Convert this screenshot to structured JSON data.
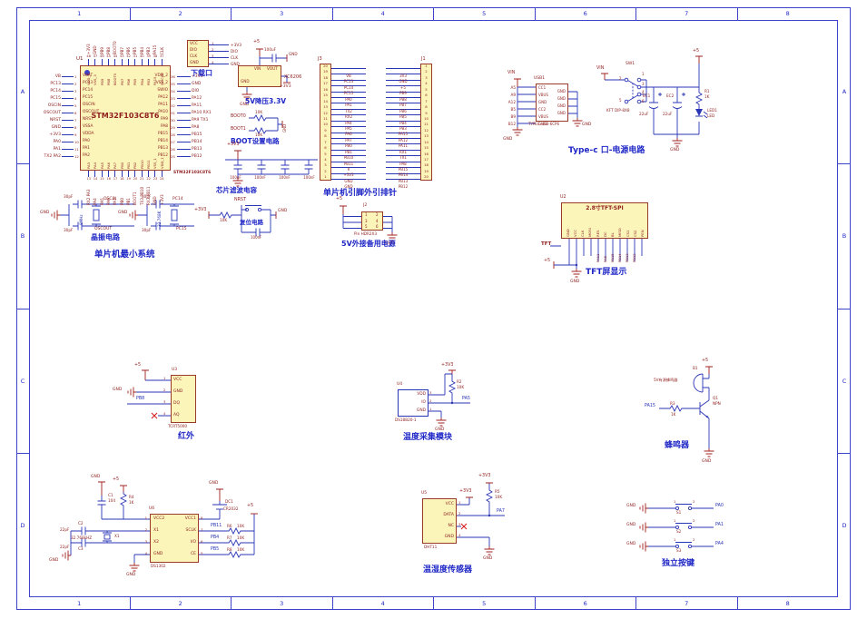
{
  "frame": {
    "columns": [
      "1",
      "2",
      "3",
      "4",
      "5",
      "6",
      "7",
      "8"
    ],
    "rows": [
      "A",
      "B",
      "C",
      "D"
    ]
  },
  "mcu": {
    "ref": "U1",
    "part": "STM32F103C8T6",
    "part_sub": "STM32F103C8T6",
    "left_pins": [
      {
        "net": "VB",
        "num": "1",
        "name": "VBAT"
      },
      {
        "net": "PC13",
        "num": "2",
        "name": "PC13"
      },
      {
        "net": "PC14",
        "num": "3",
        "name": "PC14"
      },
      {
        "net": "PC15",
        "num": "4",
        "name": "PC15"
      },
      {
        "net": "OSCIN",
        "num": "5",
        "name": "OSCIN"
      },
      {
        "net": "OSCOUT",
        "num": "6",
        "name": "OSCOUT"
      },
      {
        "net": "NRST",
        "num": "7",
        "name": "NRST"
      },
      {
        "net": "GND",
        "num": "8",
        "name": "VSSA"
      },
      {
        "net": "+3V3",
        "num": "9",
        "name": "VDDA"
      },
      {
        "net": "PA0",
        "num": "10",
        "name": "PA0"
      },
      {
        "net": "PA1",
        "num": "11",
        "name": "PA1"
      },
      {
        "net": "TX2 PA2",
        "num": "12",
        "name": "PA2"
      }
    ],
    "right_pins": [
      {
        "net": "+3V3",
        "num": "36",
        "name": "VDD_2"
      },
      {
        "net": "GND",
        "num": "35",
        "name": "VSS_2"
      },
      {
        "net": "DIO",
        "num": "34",
        "name": "SWIO"
      },
      {
        "net": "PA12",
        "num": "33",
        "name": "PA12"
      },
      {
        "net": "PA11",
        "num": "32",
        "name": "PA11"
      },
      {
        "net": "PA10 RX1",
        "num": "31",
        "name": "PA10"
      },
      {
        "net": "PA9 TX1",
        "num": "30",
        "name": "PA9"
      },
      {
        "net": "PA8",
        "num": "29",
        "name": "PA8"
      },
      {
        "net": "PB15",
        "num": "28",
        "name": "PB15"
      },
      {
        "net": "PB14",
        "num": "27",
        "name": "PB14"
      },
      {
        "net": "PB13",
        "num": "26",
        "name": "PB13"
      },
      {
        "net": "PB12",
        "num": "25",
        "name": "PB12"
      }
    ],
    "top_pins": [
      {
        "net": "+3V3",
        "num": "48",
        "name": "VDD_3"
      },
      {
        "net": "GND",
        "num": "47",
        "name": "VSS_3"
      },
      {
        "net": "PB9",
        "num": "46",
        "name": "PB9"
      },
      {
        "net": "PB8",
        "num": "45",
        "name": "PB8"
      },
      {
        "net": "BOOT0",
        "num": "44",
        "name": "BOOT0"
      },
      {
        "net": "PB7",
        "num": "43",
        "name": "PB7"
      },
      {
        "net": "PB6",
        "num": "42",
        "name": "PB6"
      },
      {
        "net": "PB5",
        "num": "41",
        "name": "PB5"
      },
      {
        "net": "PB4",
        "num": "40",
        "name": "PB4"
      },
      {
        "net": "PB3",
        "num": "39",
        "name": "PB3"
      },
      {
        "net": "PA15",
        "num": "38",
        "name": "PA15"
      },
      {
        "net": "CLK",
        "num": "37",
        "name": "SWCLK"
      }
    ],
    "bottom_pins": [
      {
        "net": "RX2 PA3",
        "num": "13",
        "name": "PA3"
      },
      {
        "net": "PA4",
        "num": "14",
        "name": "PA4"
      },
      {
        "net": "PA5",
        "num": "15",
        "name": "PA5"
      },
      {
        "net": "PA6",
        "num": "16",
        "name": "PA6"
      },
      {
        "net": "PA7",
        "num": "17",
        "name": "PA7"
      },
      {
        "net": "PB0",
        "num": "18",
        "name": "PB0"
      },
      {
        "net": "PB1",
        "num": "19",
        "name": "PB1"
      },
      {
        "net": "BOOT1",
        "num": "20",
        "name": "PB2"
      },
      {
        "net": "TX3 PB10",
        "num": "21",
        "name": "PB10"
      },
      {
        "net": "RX3 PB11",
        "num": "22",
        "name": "PB11"
      },
      {
        "net": "GND",
        "num": "23",
        "name": "VSS_1"
      },
      {
        "net": "+3V3",
        "num": "24",
        "name": "VDD_1"
      }
    ]
  },
  "crystal": {
    "caption": "晶振电路",
    "system_caption": "单片机最小系统",
    "left": {
      "gnd": "GND",
      "cap_top": "30pF",
      "cap_bot": "30pF",
      "freq": "8MHz",
      "net_top": "OSCIN",
      "net_bot": "OSCOUT"
    },
    "right": {
      "gnd": "GND",
      "cap_top": "30pF",
      "cap_bot": "30pF",
      "freq": "32.768K",
      "net_top": "PC14",
      "net_bot": "PC15"
    }
  },
  "download": {
    "caption": "下载口",
    "pins": [
      {
        "name": "VCC",
        "num": "1",
        "net": "+3V3"
      },
      {
        "name": "DIO",
        "num": "2",
        "net": "DIO"
      },
      {
        "name": "CLK",
        "num": "3",
        "net": "CLK"
      },
      {
        "name": "GND",
        "num": "4",
        "net": "GND"
      }
    ]
  },
  "regulator": {
    "caption": "5V降压3.3V",
    "part": "XC6206",
    "vin": "VIN",
    "vout": "VOUT",
    "gnd_pin": "GND",
    "in_net": "+5",
    "cap": "100uF",
    "cap_gnd": "GND",
    "gnd": "GND",
    "out_net": "+3V3"
  },
  "boot": {
    "caption": "BOOT设置电路",
    "rows": [
      {
        "net": "BOOT0",
        "val": "10K"
      },
      {
        "net": "BOOT1",
        "val": "10K"
      }
    ],
    "gnd": "GND"
  },
  "filter": {
    "caption": "芯片滤波电容",
    "rail": "+3V3",
    "caps": [
      "100nF",
      "100nF",
      "100nF",
      "100nF"
    ]
  },
  "reset": {
    "caption": "复位电路",
    "rail": "+3V3",
    "res": "10K",
    "net": "NRST",
    "cap": "100nF",
    "gnd": "GND"
  },
  "headers": {
    "caption": "单片机引脚外引排针",
    "j3": {
      "ref": "J3",
      "pins": [
        {
          "num": "20",
          "net": "VB"
        },
        {
          "num": "19",
          "net": "PC13"
        },
        {
          "num": "18",
          "net": "PC14"
        },
        {
          "num": "17",
          "net": "PC15"
        },
        {
          "num": "16",
          "net": "PA0"
        },
        {
          "num": "15",
          "net": "PA1"
        },
        {
          "num": "14",
          "net": "TX2"
        },
        {
          "num": "13",
          "net": "RX2"
        },
        {
          "num": "12",
          "net": "PA4"
        },
        {
          "num": "11",
          "net": "PA5"
        },
        {
          "num": "10",
          "net": "PA6"
        },
        {
          "num": "9",
          "net": "PA7"
        },
        {
          "num": "8",
          "net": "PB0"
        },
        {
          "num": "7",
          "net": "PB1"
        },
        {
          "num": "6",
          "net": "PB10"
        },
        {
          "num": "5",
          "net": "PB11"
        },
        {
          "num": "4",
          "net": "R"
        },
        {
          "num": "3",
          "net": "+3V3"
        },
        {
          "num": "2",
          "net": "GND"
        },
        {
          "num": "1",
          "net": "GND"
        }
      ]
    },
    "j1": {
      "ref": "J1",
      "pins": [
        {
          "num": "1",
          "net": "3V3"
        },
        {
          "num": "2",
          "net": "GND"
        },
        {
          "num": "3",
          "net": "+5"
        },
        {
          "num": "4",
          "net": "PB9"
        },
        {
          "num": "5",
          "net": "PB8"
        },
        {
          "num": "6",
          "net": "PB7"
        },
        {
          "num": "7",
          "net": "PB6"
        },
        {
          "num": "8",
          "net": "PB5"
        },
        {
          "num": "9",
          "net": "PB4"
        },
        {
          "num": "10",
          "net": "PB3"
        },
        {
          "num": "11",
          "net": "PA15"
        },
        {
          "num": "12",
          "net": "PA12"
        },
        {
          "num": "13",
          "net": "PA11"
        },
        {
          "num": "14",
          "net": "RX1"
        },
        {
          "num": "15",
          "net": "TX1"
        },
        {
          "num": "16",
          "net": "PA8"
        },
        {
          "num": "17",
          "net": "PB15"
        },
        {
          "num": "18",
          "net": "PB14"
        },
        {
          "num": "19",
          "net": "PB13"
        },
        {
          "num": "20",
          "net": "PB12"
        }
      ]
    }
  },
  "backup": {
    "caption": "5V外接备用电源",
    "ref": "J2",
    "part": "Pin HDR2X3",
    "rail": "+5",
    "gnd": "GND",
    "left_nums": [
      "1",
      "3",
      "5"
    ],
    "right_nums": [
      "2",
      "4",
      "6"
    ]
  },
  "typec": {
    "caption": "Type-c 口-电源电路",
    "vin1": "VIN",
    "vin2": "VIN",
    "usb": {
      "ref": "USB1",
      "part": "TYPEC-USB-6CP6",
      "designators": [
        "A5",
        "A9",
        "A12",
        "B5",
        "B9",
        "B12"
      ],
      "left_pins": [
        "CC1",
        "VBUS",
        "GND",
        "CC2",
        "VBUS",
        "GND"
      ],
      "right_pins": [
        "GND",
        "GND",
        "GND",
        "GND"
      ],
      "gnd_left": "GND",
      "gnd_right": "GND"
    },
    "sw": {
      "ref": "SW1",
      "part": "KFT DIP-8X8",
      "left_nums": [
        "2",
        "5"
      ],
      "right_nums": [
        "1",
        "3",
        "4",
        "6"
      ]
    },
    "ec1_ref": "EC1",
    "ec1_val": "22uF",
    "ec2_ref": "EC2",
    "ec2_val": "22uF",
    "r1_ref": "R1",
    "r1_val": "1K",
    "led_ref": "LED1",
    "led_val": "LED",
    "rail": "+5",
    "gnd": "GND"
  },
  "tft": {
    "caption": "TFT屏显示",
    "ref": "U2",
    "part": "2.8寸TFT-SPI",
    "tag": "TFT",
    "pins": [
      "GND",
      "VCC",
      "CLK",
      "MOSI",
      "RES",
      "DC",
      "BL",
      "MISO",
      "CS1",
      "CS2",
      "PEN"
    ],
    "nets": [
      "PA11",
      "PA8",
      "PB15",
      "PB14",
      "PB13",
      "PB12"
    ],
    "rail": "+5",
    "gnd": "GND"
  },
  "infrared": {
    "caption": "红外",
    "ref": "U3",
    "part": "TCRT5000",
    "rail": "+5",
    "gnd": "GND",
    "net": "PB8",
    "pins": [
      {
        "num": "1",
        "name": "VCC"
      },
      {
        "num": "2",
        "name": "GND"
      },
      {
        "num": "3",
        "name": "DQ"
      },
      {
        "num": "4",
        "name": "AQ"
      }
    ]
  },
  "temp": {
    "caption": "温度采集模块",
    "ref": "U4",
    "part": "DS18B20-1",
    "rail": "+3V3",
    "r2_ref": "R2",
    "r2_val": "10K",
    "net": "PA5",
    "gnd": "GND",
    "pins": [
      {
        "num": "3",
        "name": "VDD"
      },
      {
        "num": "2",
        "name": "IO"
      },
      {
        "num": "1",
        "name": "GND"
      }
    ]
  },
  "buzzer": {
    "caption": "蜂鸣器",
    "ref": "B1",
    "part": "5V有源蜂鸣器",
    "q_ref": "Q1",
    "q_type": "NPN",
    "r3_ref": "R3",
    "r3_val": "1K",
    "net": "PA15",
    "rail": "+5",
    "gnd": "GND"
  },
  "rtc": {
    "ref": "U6",
    "part": "DS1302",
    "gnd_top": "GND",
    "plus_a": "+5",
    "plus_b": "+5",
    "gnd_bat": "GND",
    "gnd_left": "GND",
    "gnd_pin": "GND",
    "c1_ref": "C1",
    "c1_val": "104",
    "r4_ref": "R4",
    "r4_val": "1K",
    "x_ref": "X1",
    "x_val": "32.768kHZ",
    "c2_ref": "C2",
    "c2_val": "22pF",
    "c3_ref": "C3",
    "c3_val": "22pF",
    "bat_ref": "DC1",
    "bat_val": "CR2032",
    "left_pins": [
      {
        "num": "1",
        "name": "VCC2"
      },
      {
        "num": "2",
        "name": "X1"
      },
      {
        "num": "3",
        "name": "X2"
      },
      {
        "num": "4",
        "name": "GND"
      }
    ],
    "right_pins": [
      {
        "num": "8",
        "name": "VCC1"
      },
      {
        "num": "7",
        "name": "SCLK"
      },
      {
        "num": "6",
        "name": "I/O"
      },
      {
        "num": "5",
        "name": "CE"
      }
    ],
    "pulls": [
      {
        "net": "PB11",
        "ref": "R6",
        "val": "10K"
      },
      {
        "net": "PB4",
        "ref": "R7",
        "val": "10K"
      },
      {
        "net": "PB5",
        "ref": "R8",
        "val": "10K"
      }
    ]
  },
  "dht": {
    "caption": "温湿度传感器",
    "ref": "U5",
    "part": "DHT11",
    "rail1": "+3V3",
    "rail2": "+3V3",
    "r5_ref": "R5",
    "r5_val": "10K",
    "net": "PA7",
    "gnd": "GND",
    "pins": [
      {
        "num": "1",
        "name": "VCC"
      },
      {
        "num": "2",
        "name": "DATA"
      },
      {
        "num": "3",
        "name": "NC"
      },
      {
        "num": "4",
        "name": "GND"
      }
    ]
  },
  "keys": {
    "caption": "独立按键",
    "rows": [
      {
        "gnd": "GND",
        "n1": "1",
        "n2": "2",
        "ref": "S1",
        "net": "PA0"
      },
      {
        "gnd": "GND",
        "n1": "1",
        "n2": "2",
        "ref": "S2",
        "net": "PA1"
      },
      {
        "gnd": "GND",
        "n1": "1",
        "n2": "2",
        "ref": "S3",
        "net": "PA4"
      }
    ]
  }
}
